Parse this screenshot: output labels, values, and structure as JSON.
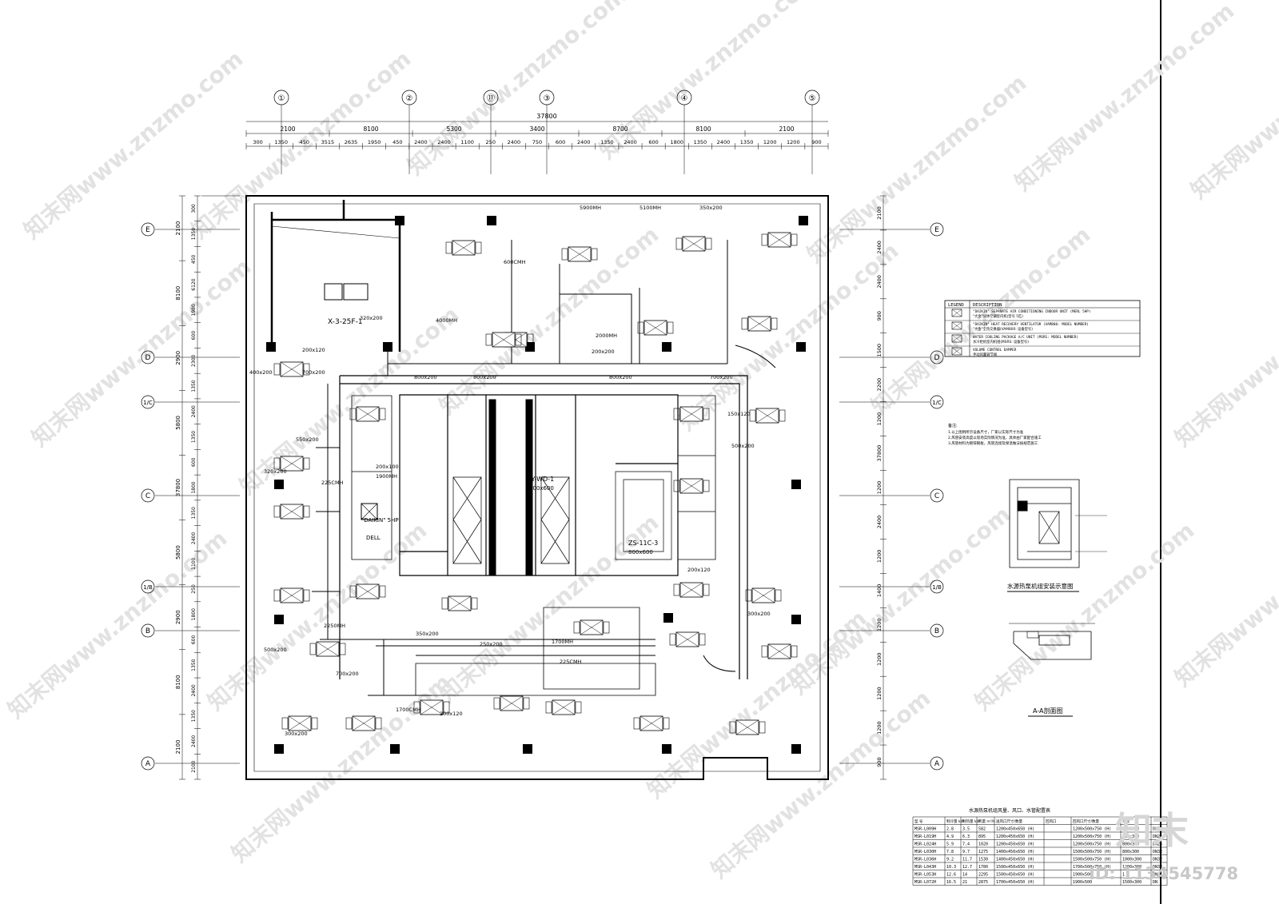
{
  "grid_axes_top": [
    "①",
    "②",
    "⑪",
    "③",
    "④",
    "⑤"
  ],
  "grid_axes_side": [
    "E",
    "D",
    "1/C",
    "C",
    "1/B",
    "B",
    "A"
  ],
  "dims_overall": "37800",
  "dims_top_row1": [
    "2100",
    "8100",
    "5300",
    "3400",
    "8700",
    "8100",
    "2100"
  ],
  "dims_top_row2": [
    "300",
    "1350",
    "450",
    "3515",
    "2635",
    "1950",
    "450",
    "2400",
    "2400",
    "1100",
    "250",
    "2400",
    "750",
    "600",
    "2400",
    "1350",
    "2400",
    "600",
    "1800",
    "1350",
    "2400",
    "1350",
    "1200",
    "1200",
    "900"
  ],
  "dims_left_outer": [
    "2100",
    "8100",
    "2900",
    "5800",
    "37800",
    "5800",
    "2900",
    "8100",
    "2100"
  ],
  "dims_left_inner": [
    "300",
    "1350",
    "450",
    "6120",
    "1980",
    "600",
    "2300",
    "1350",
    "2400",
    "1350",
    "600",
    "1800",
    "1350",
    "2400",
    "1100",
    "250",
    "1800",
    "600",
    "1350",
    "2400",
    "1350",
    "2400",
    "2100"
  ],
  "dims_right_outer": [
    "2100",
    "2400",
    "2400",
    "900",
    "1500",
    "2200",
    "1200",
    "37800",
    "1200",
    "2400",
    "1200",
    "1400",
    "1200",
    "1200",
    "1200",
    "1200",
    "900"
  ],
  "legend": {
    "header_left": "LEGEND",
    "header_right": "DESCRIPTION",
    "rows": [
      {
        "code": "",
        "desc": "\"DAIKIN\" SEPARATE AIR CONDITIONING INDOOR UNIT (MERL 5HP)",
        "desc2": "\"大金\"分体空调室内机(型号 5匹)"
      },
      {
        "code": "",
        "desc": "\"DAIKIN\" HEAT RECOVERY VENTILATOR (VAM800: MODEL NUMBER)",
        "desc2": "\"大金\"全热交换器(VAM800: 设备型号)"
      },
      {
        "code": "",
        "desc": "WATER COOLING PACKAGE A/C UNIT (MSRS: MODEL NUMBER)",
        "desc2": "水冷柜机室内机组(MSRS: 设备型号)"
      },
      {
        "code": "",
        "desc": "VOLUME CONTROL DAMPER",
        "desc2": "手动风量调节阀"
      }
    ]
  },
  "notes": {
    "title": "备注:",
    "items": [
      "1.以上图例所示设备尺寸，厂家以实际尺寸为准",
      "2.风管安装高度以现场实际情况为准，具体由厂家配合施工",
      "3.风管材料为镀锌钢板，风管连接及保温做法按规范施工"
    ]
  },
  "detail1_title": "水源热泵机组安装示意图",
  "detail2_title": "A-A剖面图",
  "table": {
    "title": "水源热泵机组风量、风口、水管配置表",
    "headers": [
      "型 号",
      "制冷量 kW",
      "制热量 kW",
      "风量 m³/h",
      "送风口尺寸/数量",
      "回风口",
      "回风口尺寸/数量",
      "水管",
      ""
    ],
    "rows": [
      [
        "MSR-L009H",
        "2.8",
        "3.5",
        "582",
        "1200x450x650 (H)",
        "",
        "1200x500x750 (H)",
        "800x300",
        "DN25"
      ],
      [
        "MSR-L019H",
        "4.9",
        "6.3",
        "895",
        "1200x450x650 (H)",
        "",
        "1200x500x750 (H)",
        "800x300",
        "DN25"
      ],
      [
        "MSR-L024H",
        "5.9",
        "7.4",
        "1020",
        "1200x450x650 (H)",
        "",
        "1200x500x750 (H)",
        "800x300",
        "DN25"
      ],
      [
        "MSR-L030H",
        "7.8",
        "9.7",
        "1275",
        "1400x450x650 (H)",
        "",
        "1500x500x750 (H)",
        "800x300",
        "DN32"
      ],
      [
        "MSR-L036H",
        "9.2",
        "11.7",
        "1530",
        "1400x450x650 (H)",
        "",
        "1500x500x750 (H)",
        "1000x300",
        "DN32"
      ],
      [
        "MSR-L043H",
        "10.3",
        "12.7",
        "1780",
        "1500x450x650 (H)",
        "",
        "1700x500x750 (H)",
        "1200x300",
        "DN32"
      ],
      [
        "MSR-L053H",
        "12.6",
        "14",
        "2295",
        "1500x450x650 (H)",
        "",
        "1900x500",
        "1",
        "DN"
      ],
      [
        "MSR-L072H",
        "16.5",
        "21",
        "2875",
        "1700x450x650 (H)",
        "",
        "1900x500",
        "1500x300",
        "DN"
      ]
    ]
  },
  "duct_labels": [
    "800x200",
    "800x200",
    "800x200",
    "700x200",
    "200x120",
    "400x200",
    "700x200",
    "550x200",
    "320x200",
    "225CMH",
    "200x100",
    "1900MH",
    "5900MH",
    "5100MH",
    "350x200",
    "320x200",
    "600CMH",
    "4000MH",
    "2000MH",
    "200x200",
    "150x120",
    "500x200",
    "200x120",
    "300x200",
    "250x200",
    "1700MH",
    "225CMH",
    "2250MH",
    "1700CMH",
    "350x200",
    "300x200",
    "200x120",
    "500x200",
    "700x200"
  ],
  "tags": {
    "daikin": "\"DAIKIN\" 5HP",
    "dell": "DELL",
    "py": "PY-WD-1",
    "py_size": "600x600",
    "zs": "ZS-11C-3",
    "zs_size": "800x600",
    "x3": "X-3-25F-1"
  },
  "watermark": "知末网www.znzmo.com",
  "logo_text": "知末",
  "id_text": "ID: 1134545778"
}
